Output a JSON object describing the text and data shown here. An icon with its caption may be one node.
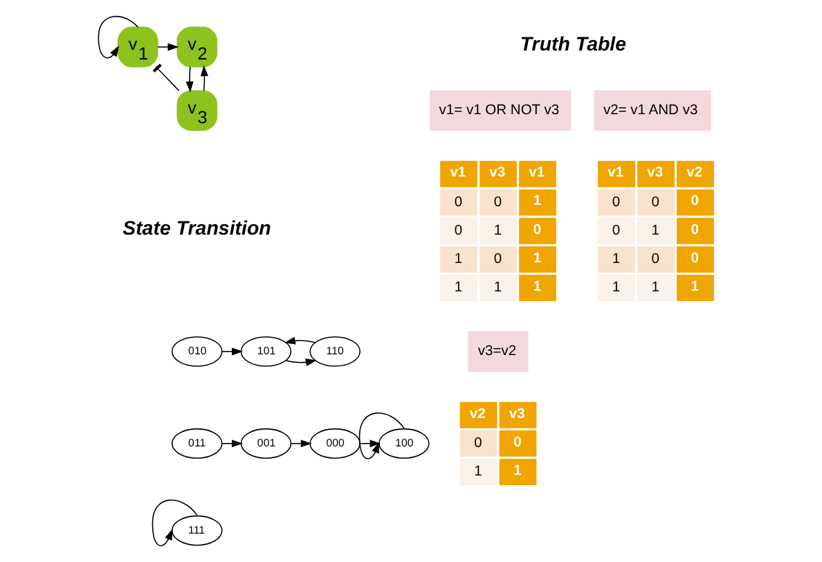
{
  "diagram": {
    "nodes": [
      {
        "text": [
          "v$_{1}$"
        ]
      },
      {
        "text": [
          "v$_{2}$"
        ]
      },
      {
        "text": [
          "v$_{3}$"
        ]
      },
      {
        "text": [
          "010"
        ]
      },
      {
        "text": [
          "101"
        ]
      },
      {
        "text": [
          "110"
        ]
      },
      {
        "text": [
          "011"
        ]
      },
      {
        "text": [
          "001"
        ]
      },
      {
        "text": [
          "000"
        ]
      },
      {
        "text": [
          "100"
        ]
      },
      {
        "text": [
          "111"
        ]
      },
      {
        "text": [
          "v1= v1 OR NOT v3"
        ]
      },
      {
        "text": [
          "v2= v1 AND v3"
        ]
      },
      {
        "text": [
          "v3=v2"
        ]
      }
    ],
    "edges": [
      {
        "from": 0,
        "to": 0,
        "arrow": "to"
      },
      {
        "from": 0,
        "to": 1,
        "arrow": "to"
      },
      {
        "from": 2,
        "to": 0,
        "arrow": "other"
      },
      {
        "from": 2,
        "to": 1,
        "arrow": "to"
      },
      {
        "from": 1,
        "to": 2,
        "arrow": "to"
      },
      {
        "from": 3,
        "to": 4,
        "arrow": "to"
      },
      {
        "from": 4,
        "to": 5,
        "arrow": "to"
      },
      {
        "from": 5,
        "to": 4,
        "arrow": "to"
      },
      {
        "from": 9,
        "to": 9,
        "arrow": "to"
      },
      {
        "from": 6,
        "to": 7,
        "arrow": "to"
      },
      {
        "from": 7,
        "to": 8,
        "arrow": "to"
      },
      {
        "from": 8,
        "to": 9,
        "arrow": "to"
      },
      {
        "from": 10,
        "to": 10,
        "arrow": "to"
      }
    ],
    "labels": [
      "Truth Table",
      "v1",
      "v3",
      "v1",
      "0",
      "0",
      "1",
      "0",
      "1",
      "0",
      "1",
      "0",
      "1",
      "1",
      "1",
      "1",
      "v1",
      "v3",
      "v2",
      "0",
      "0",
      "0",
      "0",
      "1",
      "0",
      "1",
      "0",
      "0",
      "1",
      "1",
      "1",
      "State Transition",
      "v2",
      "v3",
      "0",
      "0",
      "1",
      "1"
    ]
  }
}
